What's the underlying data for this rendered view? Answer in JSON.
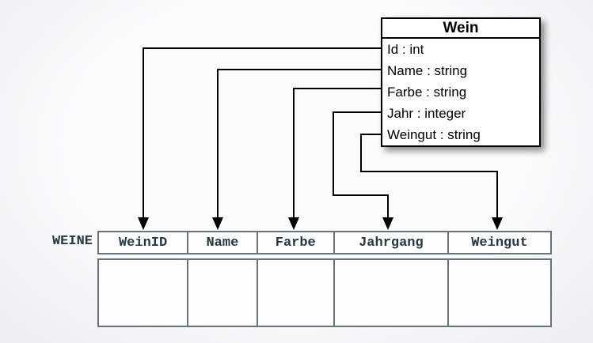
{
  "class_box": {
    "title": "Wein",
    "attributes": [
      "Id : int",
      "Name : string",
      "Farbe : string",
      "Jahr : integer",
      "Weingut : string"
    ]
  },
  "table": {
    "label": "WEINE",
    "columns": [
      "WeinID",
      "Name",
      "Farbe",
      "Jahrgang",
      "Weingut"
    ],
    "body_row_values": [
      "",
      "",
      "",
      "",
      ""
    ]
  },
  "mappings": [
    {
      "from": "Id",
      "to": "WeinID"
    },
    {
      "from": "Name",
      "to": "Name"
    },
    {
      "from": "Farbe",
      "to": "Farbe"
    },
    {
      "from": "Jahr",
      "to": "Jahrgang"
    },
    {
      "from": "Weingut",
      "to": "Weingut"
    }
  ],
  "colors": {
    "line": "#000000",
    "table_border": "#667377",
    "table_text": "#263940",
    "box_fill": "#ffffff",
    "background_center": "#fbfbfc",
    "background_edge": "#ededf0"
  }
}
